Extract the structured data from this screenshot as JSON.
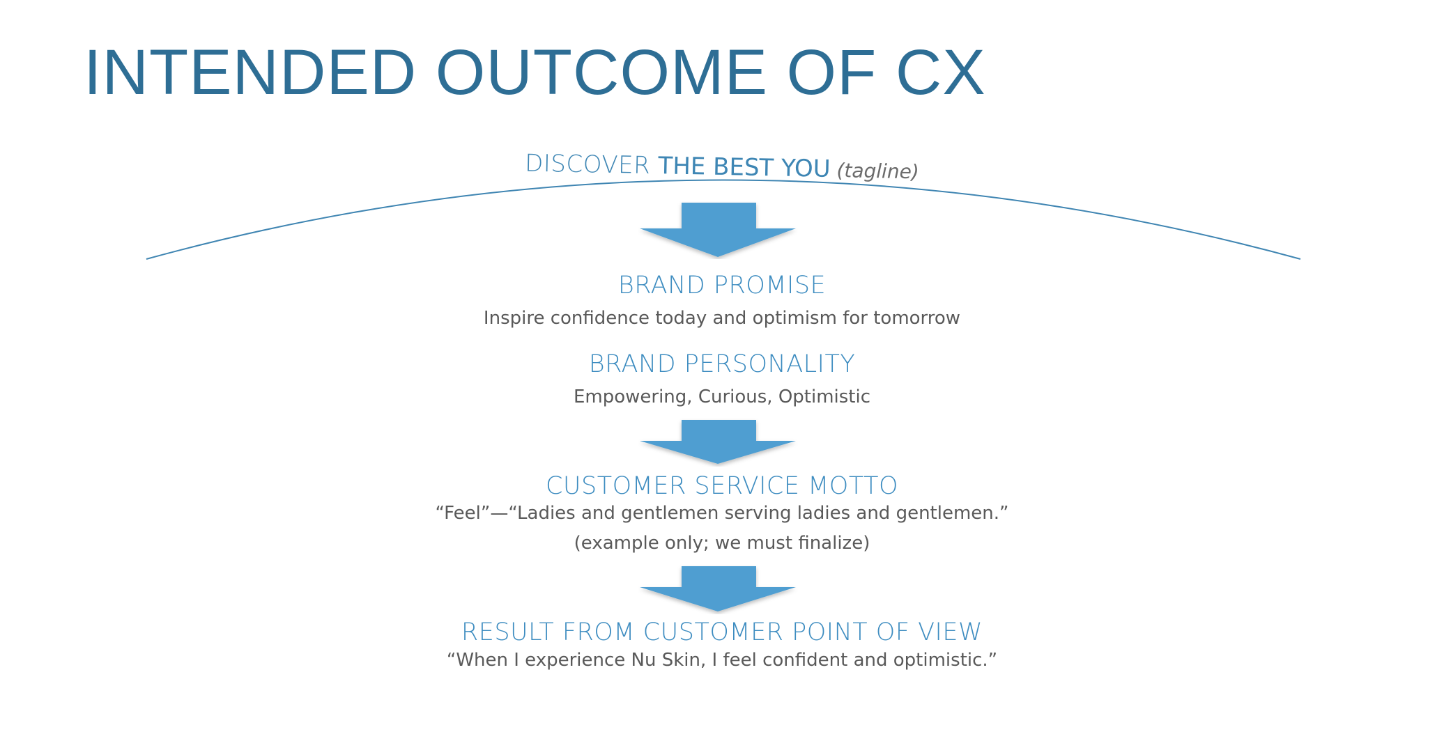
{
  "title": "INTENDED OUTCOME OF CX",
  "tagline": {
    "part1": "DISCOVER ",
    "part2": "THE BEST YOU",
    "note": " (tagline)"
  },
  "brand_promise": {
    "heading": "BRAND PROMISE",
    "text": "Inspire confidence today and optimism for tomorrow"
  },
  "brand_personality": {
    "heading": "BRAND PERSONALITY",
    "text": "Empowering, Curious, Optimistic"
  },
  "customer_service_motto": {
    "heading": "CUSTOMER SERVICE MOTTO",
    "text": "“Feel”—“Ladies and gentlemen serving ladies and gentlemen.”",
    "note": "(example only; we must finalize)"
  },
  "result": {
    "heading": "RESULT FROM CUSTOMER POINT OF VIEW",
    "text": "“When I experience Nu Skin, I feel confident and optimistic.”"
  },
  "colors": {
    "title": "#2e6e95",
    "heading": "#3d8cc0",
    "arrow": "#4f9ed1",
    "body_text": "#595959"
  }
}
